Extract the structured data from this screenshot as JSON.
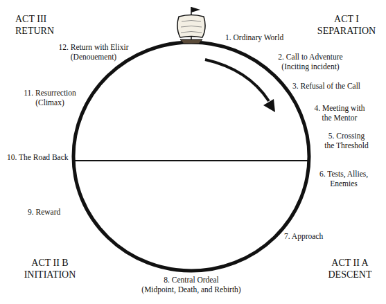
{
  "diagram": {
    "labels": [
      "ACT III RETURN",
      "ACT I SEPARATION",
      "1. Ordinary World",
      "2. Call to Adventure (Inciting incident)",
      "3. Refusal of the Call",
      "4. Meeting with the Mentor",
      "5. Crossing the Threshold",
      "6. Tests, Allies, Enemies",
      "7. Approach",
      "8. Central Ordeal (Midpoint, Death, and Rebirth)",
      "9. Reward",
      "10. The Road Back",
      "11. Resurrection (Climax)",
      "12. Return with Elixir (Denouement)",
      "ACT II B INITIATION",
      "ACT II A DESCENT"
    ]
  }
}
